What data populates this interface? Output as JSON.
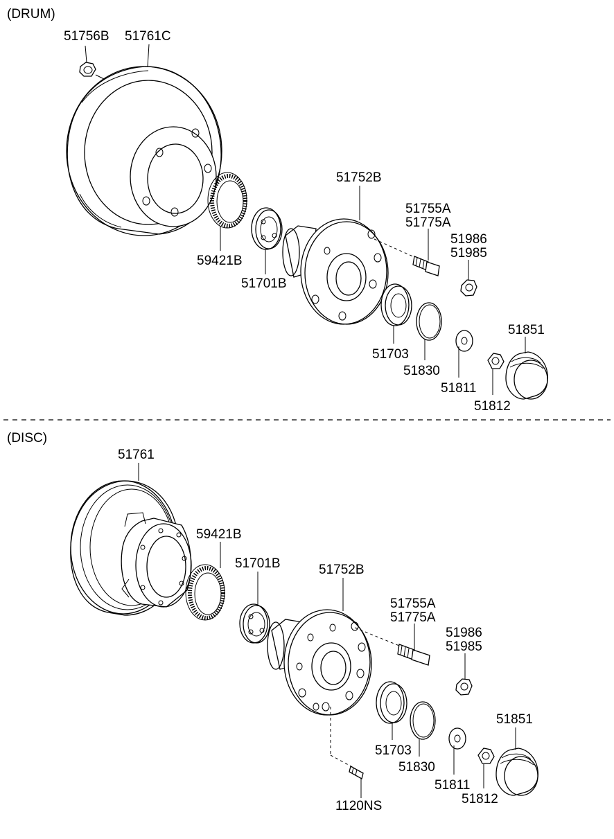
{
  "sections": {
    "drum": {
      "title": "(DRUM)",
      "labels": {
        "nut_top": "51756B",
        "drum": "51761C",
        "tone_wheel": "59421B",
        "bearing_inner": "51701B",
        "hub": "51752B",
        "bolt_a": "51755A",
        "bolt_b": "51775A",
        "nut_a": "51986",
        "nut_b": "51985",
        "bearing_outer": "51703",
        "snap_ring": "51830",
        "washer": "51811",
        "lock_nut": "51812",
        "cap": "51851"
      }
    },
    "disc": {
      "title": "(DISC)",
      "labels": {
        "disc": "51761",
        "tone_wheel": "59421B",
        "bearing_inner": "51701B",
        "hub": "51752B",
        "bolt_a": "51755A",
        "bolt_b": "51775A",
        "nut_a": "51986",
        "nut_b": "51985",
        "bearing_outer": "51703",
        "snap_ring": "51830",
        "washer": "51811",
        "lock_nut": "51812",
        "cap": "51851",
        "screw": "1120NS"
      }
    }
  }
}
